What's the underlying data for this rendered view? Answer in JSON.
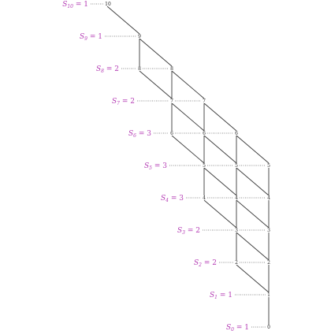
{
  "levels": [
    {
      "label": "S10 = 1",
      "base": "S",
      "sub": "10",
      "rhs": " = 1",
      "nodes": [
        "10"
      ]
    },
    {
      "label": "S9 = 1",
      "base": "S",
      "sub": "9",
      "rhs": " = 1",
      "nodes": [
        "9"
      ]
    },
    {
      "label": "S8 = 2",
      "base": "S",
      "sub": "8",
      "rhs": " = 2",
      "nodes": [
        "8",
        "8"
      ]
    },
    {
      "label": "S7 = 2",
      "base": "S",
      "sub": "7",
      "rhs": " = 2",
      "nodes": [
        "7",
        "7"
      ]
    },
    {
      "label": "S6 = 3",
      "base": "S",
      "sub": "6",
      "rhs": " = 3",
      "nodes": [
        "6",
        "6",
        "6"
      ]
    },
    {
      "label": "S5 = 3",
      "base": "S",
      "sub": "5",
      "rhs": " = 3",
      "nodes": [
        "5",
        "5",
        "5"
      ]
    },
    {
      "label": "S4 = 3",
      "base": "S",
      "sub": "4",
      "rhs": " = 3",
      "nodes": [
        "4",
        "4",
        "4"
      ]
    },
    {
      "label": "S3 = 2",
      "base": "S",
      "sub": "3",
      "rhs": " = 2",
      "nodes": [
        "3",
        "3"
      ]
    },
    {
      "label": "S2 = 2",
      "base": "S",
      "sub": "2",
      "rhs": " = 2",
      "nodes": [
        "2",
        "2"
      ]
    },
    {
      "label": "S1 = 1",
      "base": "S",
      "sub": "1",
      "rhs": " = 1",
      "nodes": [
        "1"
      ]
    },
    {
      "label": "S0 = 1",
      "base": "S",
      "sub": "0",
      "rhs": " = 1",
      "nodes": [
        "0"
      ]
    }
  ],
  "colors": {
    "label": "#b43cb4",
    "edge": "#3a3a3a",
    "node_text": "#222222"
  }
}
